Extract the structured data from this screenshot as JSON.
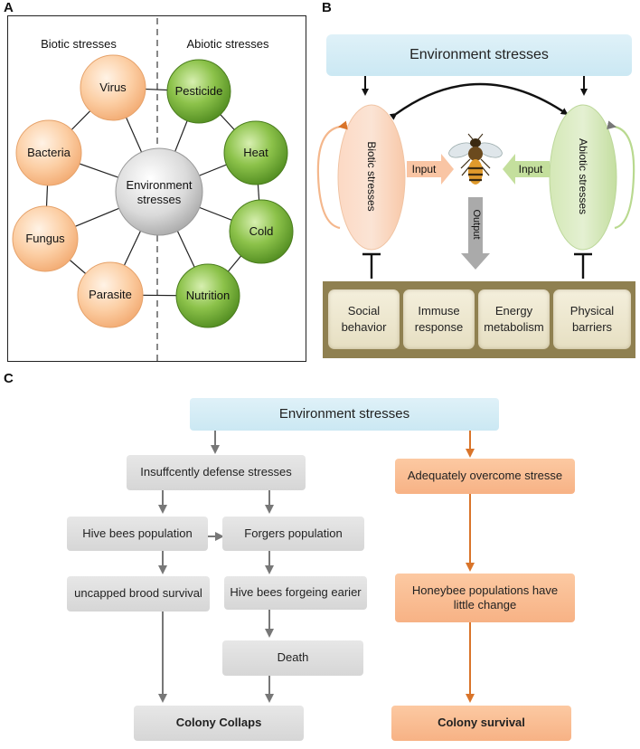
{
  "panel_a": {
    "label": "A",
    "biotic_heading": "Biotic stresses",
    "abiotic_heading": "Abiotic stresses",
    "center": "Environment stresses",
    "biotic_nodes": [
      "Virus",
      "Bacteria",
      "Fungus",
      "Parasite"
    ],
    "abiotic_nodes": [
      "Pesticide",
      "Heat",
      "Cold",
      "Nutrition"
    ],
    "colors": {
      "biotic": "#fbcc9e",
      "abiotic": "#7db33a",
      "center": "#d4d4d4"
    }
  },
  "panel_b": {
    "label": "B",
    "env": "Environment stresses",
    "biotic": "Biotic stresses",
    "abiotic": "Abiotic stresses",
    "input_left": "Input",
    "input_right": "Input",
    "output": "Output",
    "mechanisms": [
      "Social behavior",
      "Immuse response",
      "Energy metabolism",
      "Physical barriers"
    ],
    "colors": {
      "biotic": "#fbd5bc",
      "abiotic": "#d1e6b3",
      "base": "#8f8050"
    }
  },
  "panel_c": {
    "label": "C",
    "env": "Environment stresses",
    "insufficient": "Insuffcently defense stresses",
    "hive_pop": "Hive bees population",
    "forgers_pop": "Forgers population",
    "uncapped": "uncapped brood survival",
    "hive_forging": "Hive bees forgeing earier",
    "death": "Death",
    "collapse": "Colony Collaps",
    "adequate": "Adequately overcome stresse",
    "little_change": "Honeybee populations have little change",
    "survival": "Colony  survival",
    "colors": {
      "gray_arrow": "#777777",
      "orange_arrow": "#d9742a"
    }
  }
}
